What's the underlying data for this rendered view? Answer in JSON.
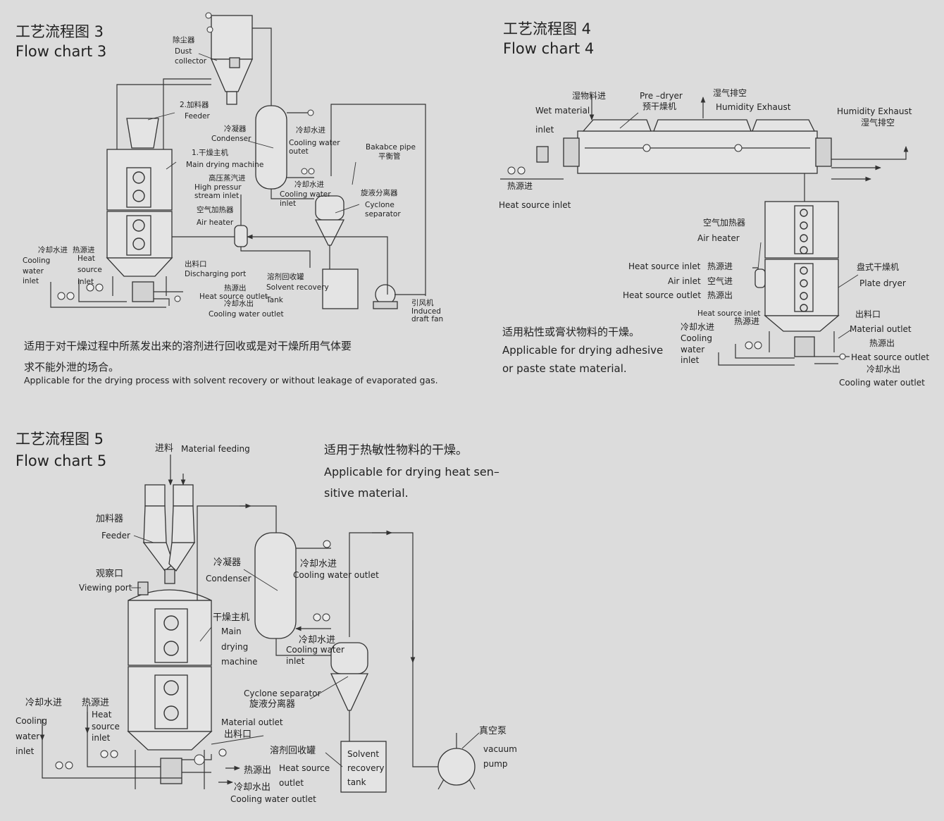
{
  "chart3": {
    "title_cn": "工艺流程图 3",
    "title_en": "Flow chart 3",
    "labels": {
      "dust_cn": "除尘器",
      "dust_en1": "Dust",
      "dust_en2": "collector",
      "feeder_cn": "2.加料器",
      "feeder_en": "Feeder",
      "condenser_cn": "冷凝器",
      "condenser_en": "Condenser",
      "cw_in_cn": "冷却水进",
      "cw_out_en1": "Cooling water",
      "cw_out_en2": "outet",
      "main_cn": "1.干燥主机",
      "main_en": "Main drying machine",
      "bal_en": "Bakabce pipe",
      "bal_cn": "平衡管",
      "steam_cn": "高压蒸汽进",
      "steam_en1": "High pressur",
      "steam_en2": "stream inlet",
      "cw_in2_cn": "冷却水进",
      "cw_in2_en1": "Cooling water",
      "cw_in2_en2": "inlet",
      "cyc_cn": "旋液分离器",
      "cyc_en1": "Cyclone",
      "cyc_en2": "separator",
      "ah_cn": "空气加热器",
      "ah_en": "Air heater",
      "cwl_cn": "冷却水进",
      "cwl_en1": "Cooling",
      "cwl_en2": "water",
      "cwl_en3": "inlet",
      "hs_cn": "热源进",
      "hs_en1": "Heat",
      "hs_en2": "source",
      "hs_en3": "inlet",
      "dis_cn": "出料口",
      "dis_en": "Discharging port",
      "sr_cn": "溶剂回收罐",
      "sr_en1": "Solvent recovery",
      "sr_en2": "Tank",
      "hso_cn": "热源出",
      "hso_en": "Heat source outlet",
      "cwo_cn": "冷却水出",
      "cwo_en": "Cooling water outlet",
      "fan_cn": "引风机",
      "fan_en1": "Induced",
      "fan_en2": "draft fan"
    },
    "desc_cn1": "适用于对干燥过程中所蒸发出来的溶剂进行回收或是对干燥所用气体要",
    "desc_cn2": "求不能外泄的场合。",
    "desc_en": "Applicable for the drying process with solvent recovery or without leakage of evaporated gas."
  },
  "chart4": {
    "title_cn": "工艺流程图 4",
    "title_en": "Flow chart 4",
    "labels": {
      "wet_cn": "湿物料进",
      "wet_en1": "Wet material",
      "wet_en2": "inlet",
      "pre_en": "Pre –dryer",
      "pre_cn": "预干燥机",
      "hum_cn": "湿气排空",
      "hum_en": "Humidity Exhaust",
      "hum2_en": "Humidity Exhaust",
      "hum2_cn": "湿气排空",
      "hsi_cn": "热源进",
      "hsi_en": "Heat source inlet",
      "ah_cn": "空气加热器",
      "ah_en": "Air heater",
      "r1_en": "Heat source inlet",
      "r1_cn": "热源进",
      "r2_en": "Air inlet",
      "r2_cn": "空气进",
      "r3_en": "Heat source outlet",
      "r3_cn": "热源出",
      "plate_cn": "盘式干燥机",
      "plate_en": "Plate dryer",
      "hsi2_en": "Heat source inlet",
      "hsi2_cn": "热源进",
      "cwi_cn": "冷却水进",
      "cwi_en1": "Cooling",
      "cwi_en2": "water",
      "cwi_en3": "inlet",
      "mo_cn": "出料口",
      "mo_en": "Material outlet",
      "hso_cn": "热源出",
      "hso_en": "Heat source outlet",
      "cwo_cn": "冷却水出",
      "cwo_en": "Cooling water outlet"
    },
    "desc_cn": "适用粘性或膏状物料的干燥。",
    "desc_en1": "Applicable for drying adhesive",
    "desc_en2": "or paste state material."
  },
  "chart5": {
    "title_cn": "工艺流程图 5",
    "title_en": "Flow chart 5",
    "labels": {
      "feed_cn": "进料",
      "feed_en": "Material feeding",
      "feeder_cn": "加料器",
      "feeder_en": "Feeder",
      "view_cn": "观察口",
      "view_en": "Viewing port",
      "cond_cn": "冷凝器",
      "cond_en": "Condenser",
      "cwi_cn": "冷却水进",
      "cwo_en": "Cooling water outlet",
      "main_cn": "干燥主机",
      "main_en1": "Main",
      "main_en2": "drying",
      "main_en3": "machine",
      "cwi2_cn": "冷却水进",
      "cwi2_en1": "Cooling water",
      "cwi2_en2": "inlet",
      "cyc_en": "Cyclone separator",
      "cyc_cn": "旋液分离器",
      "cwl_cn": "冷却水进",
      "cwl_en1": "Cooling",
      "cwl_en2": "water",
      "cwl_en3": "inlet",
      "hsi_cn": "热源进",
      "hsi_en1": "Heat",
      "hsi_en2": "source",
      "hsi_en3": "inlet",
      "mo_en": "Material outlet",
      "mo_cn": "出料口",
      "sr_cn": "溶剂回收罐",
      "sr_en1": "Solvent",
      "sr_en2": "recovery",
      "sr_en3": "tank",
      "hso_cn": "热源出",
      "hso_en1": "Heat source",
      "hso_en2": "outlet",
      "cwo_cn": "冷却水出",
      "vac_cn": "真空泵",
      "vac_en1": "vacuum",
      "vac_en2": "pump"
    },
    "desc_cn": "适用于热敏性物料的干燥。",
    "desc_en1": "Applicable for drying heat sen–",
    "desc_en2": "sitive material."
  }
}
